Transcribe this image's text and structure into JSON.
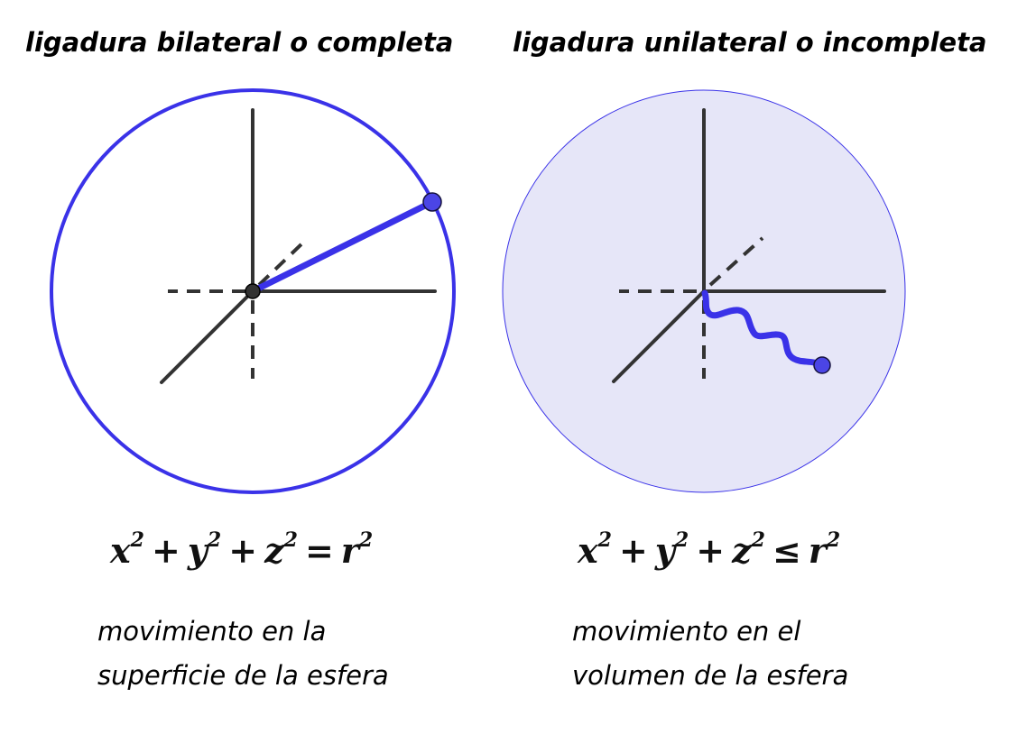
{
  "left": {
    "title": "ligadura bilateral o completa",
    "formula": {
      "lhs": [
        "x",
        "y",
        "z"
      ],
      "exponent": "2",
      "plus": "+",
      "relation": "=",
      "rhs": "r"
    },
    "caption": [
      "movimiento en la",
      "superficie de la esfera"
    ]
  },
  "right": {
    "title": "ligadura unilateral o incompleta",
    "formula": {
      "lhs": [
        "x",
        "y",
        "z"
      ],
      "exponent": "2",
      "plus": "+",
      "relation": "≤",
      "rhs": "r"
    },
    "caption": [
      "movimiento en el",
      "volumen de la esfera"
    ]
  },
  "colors": {
    "sphere_stroke": "#3a32e8",
    "sphere_fill_volume": "#e6e6f8",
    "axes": "#333333",
    "point_fill": "#4b45e6",
    "origin_point": "#333333"
  }
}
